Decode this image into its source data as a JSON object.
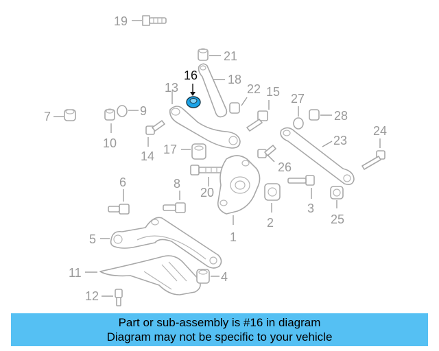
{
  "diagram": {
    "callouts": [
      {
        "id": "1",
        "label": "1"
      },
      {
        "id": "2",
        "label": "2"
      },
      {
        "id": "3",
        "label": "3"
      },
      {
        "id": "4",
        "label": "4"
      },
      {
        "id": "5",
        "label": "5"
      },
      {
        "id": "6",
        "label": "6"
      },
      {
        "id": "7",
        "label": "7"
      },
      {
        "id": "8",
        "label": "8"
      },
      {
        "id": "9",
        "label": "9"
      },
      {
        "id": "10",
        "label": "10"
      },
      {
        "id": "11",
        "label": "11"
      },
      {
        "id": "12",
        "label": "12"
      },
      {
        "id": "13",
        "label": "13"
      },
      {
        "id": "14",
        "label": "14"
      },
      {
        "id": "15",
        "label": "15"
      },
      {
        "id": "16",
        "label": "16"
      },
      {
        "id": "17",
        "label": "17"
      },
      {
        "id": "18",
        "label": "18"
      },
      {
        "id": "19",
        "label": "19"
      },
      {
        "id": "20",
        "label": "20"
      },
      {
        "id": "21",
        "label": "21"
      },
      {
        "id": "22",
        "label": "22"
      },
      {
        "id": "23",
        "label": "23"
      },
      {
        "id": "24",
        "label": "24"
      },
      {
        "id": "25",
        "label": "25"
      },
      {
        "id": "26",
        "label": "26"
      },
      {
        "id": "27",
        "label": "27"
      },
      {
        "id": "28",
        "label": "28"
      }
    ],
    "highlighted_part": "16",
    "highlight_color": "#1aa3e8",
    "line_color": "#a8a8a8"
  },
  "banner": {
    "line1": "Part or sub-assembly is #16 in diagram",
    "line2": "Diagram may not be specific to your vehicle",
    "background": "#55c0f3"
  }
}
